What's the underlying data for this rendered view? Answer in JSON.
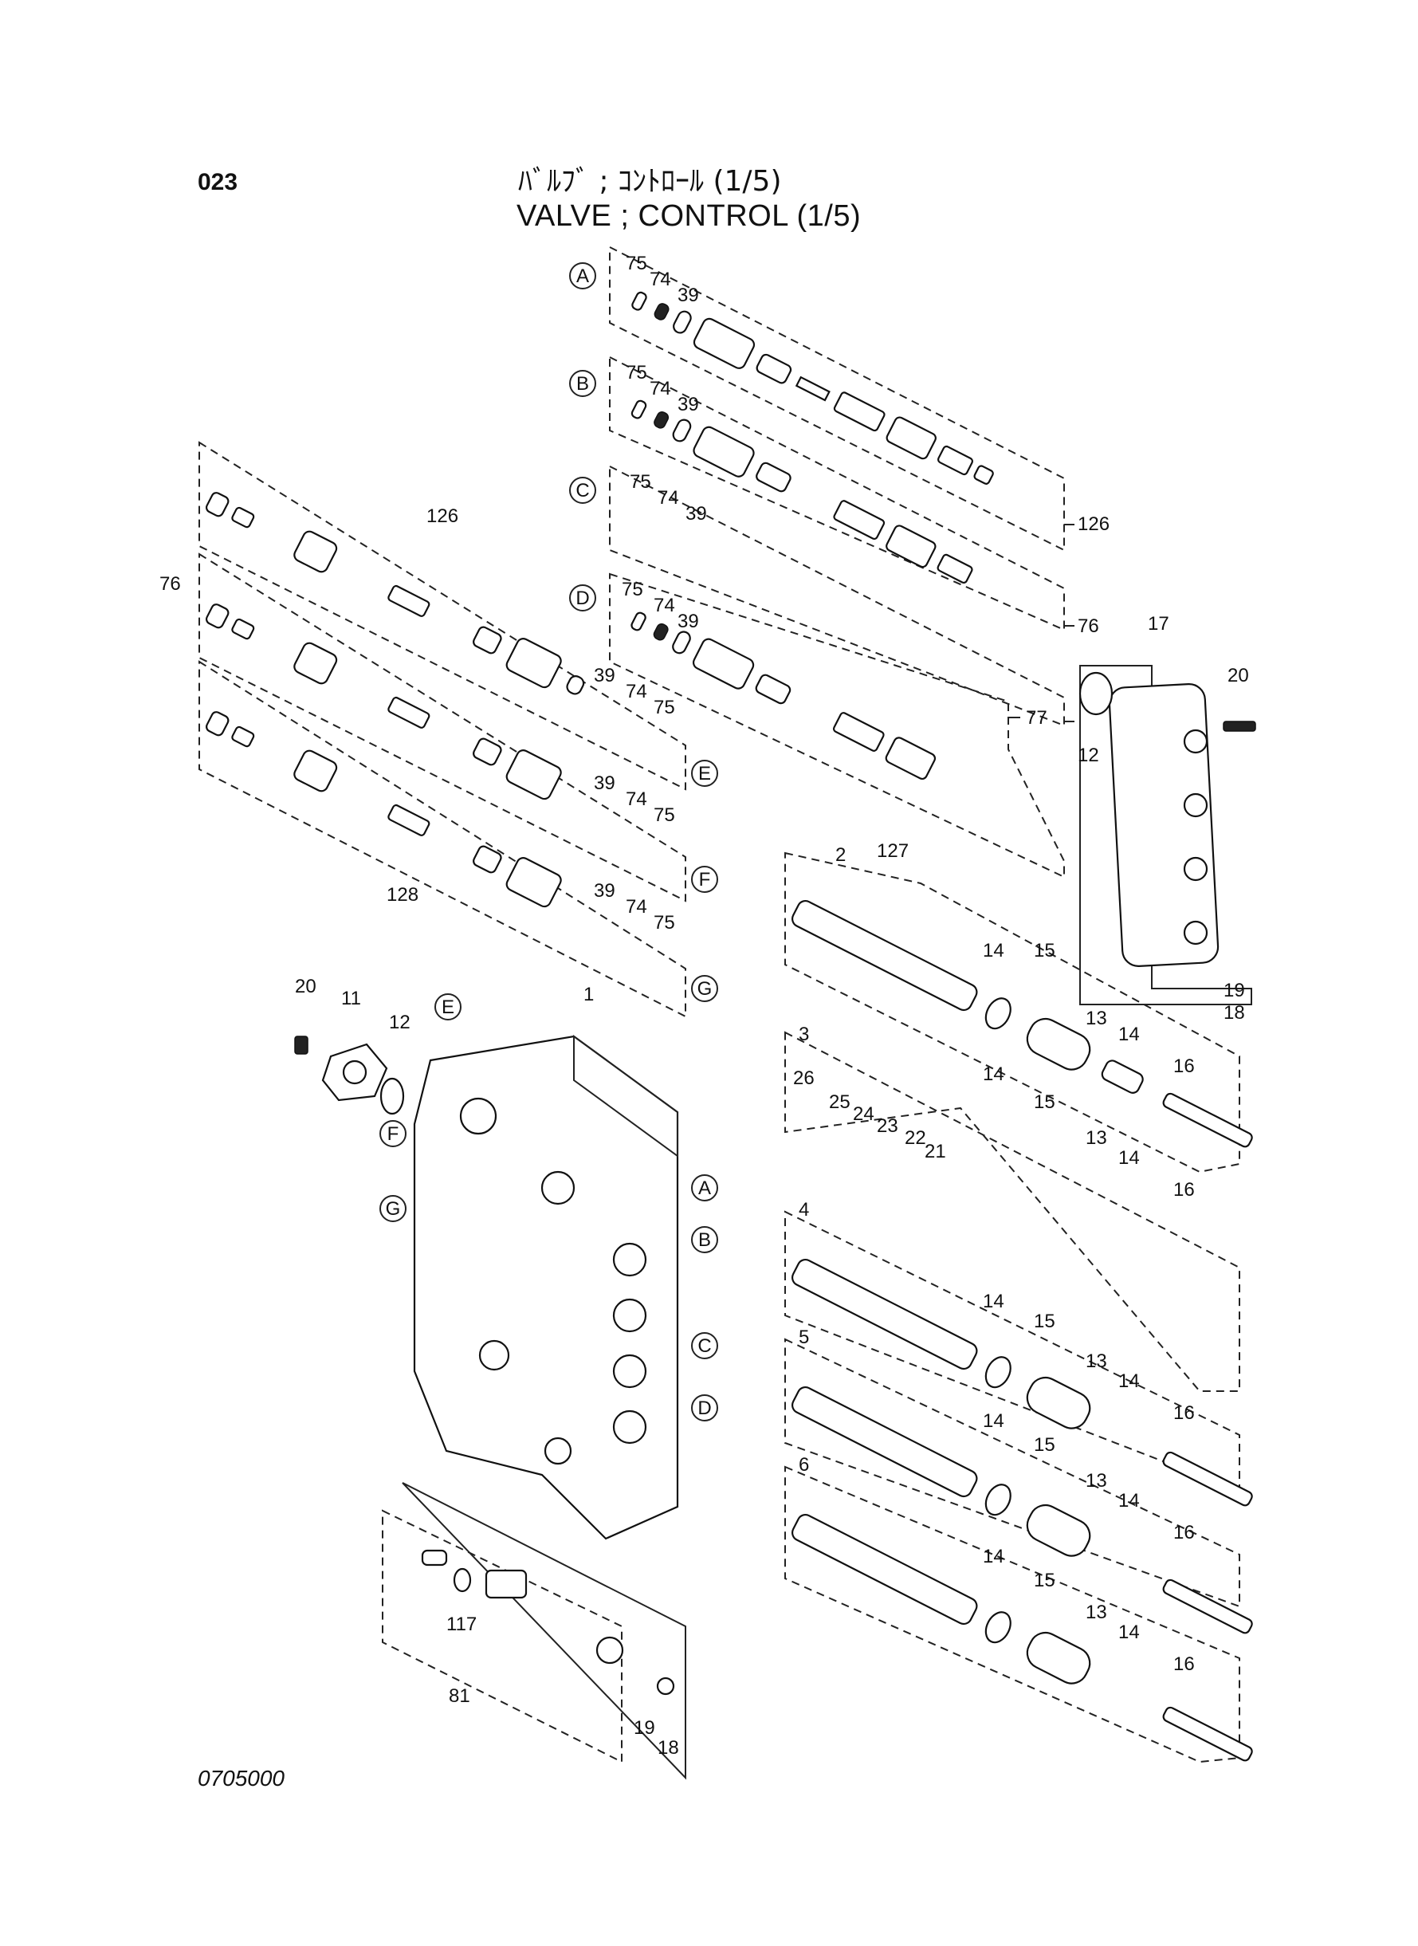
{
  "header": {
    "page_number": "023",
    "title_jp": "ﾊﾞﾙﾌﾞ ; ｺﾝﾄﾛｰﾙ (1/5)",
    "title_en": "VALVE ; CONTROL (1/5)"
  },
  "footer": {
    "drawing_code": "0705000"
  },
  "callouts": {
    "A": "A",
    "B": "B",
    "C": "C",
    "D": "D",
    "E": "E",
    "F": "F",
    "G": "G"
  },
  "part_numbers": {
    "p1": "1",
    "p2": "2",
    "p3": "3",
    "p4": "4",
    "p5": "5",
    "p6": "6",
    "p11": "11",
    "p12": "12",
    "p13": "13",
    "p14": "14",
    "p15": "15",
    "p16": "16",
    "p17": "17",
    "p18": "18",
    "p19": "19",
    "p20": "20",
    "p21": "21",
    "p22": "22",
    "p23": "23",
    "p24": "24",
    "p25": "25",
    "p26": "26",
    "p39": "39",
    "p74": "74",
    "p75": "75",
    "p76": "76",
    "p77": "77",
    "p81": "81",
    "p117": "117",
    "p126": "126",
    "p127": "127",
    "p128": "128"
  }
}
